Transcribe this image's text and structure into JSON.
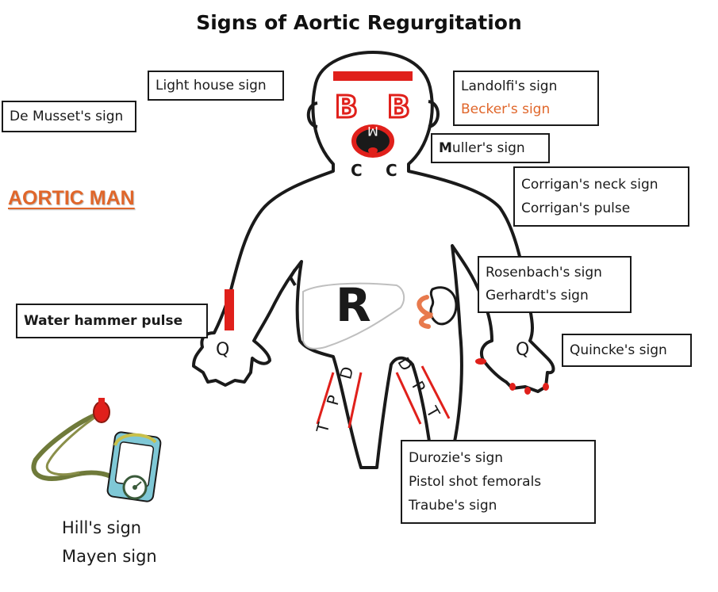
{
  "title": "Signs of Aortic Regurgitation",
  "aortic_man": "AORTIC MAN",
  "labels": {
    "light_house": "Light house sign",
    "de_musset": "De Musset's sign",
    "landolfi": "Landolfi's sign",
    "becker": "Becker's sign",
    "muller_bold": "M",
    "muller_rest": "uller's sign",
    "corrigan_neck": "Corrigan's neck sign",
    "corrigan_pulse": "Corrigan's pulse",
    "rosenbach": "Rosenbach's sign",
    "gerhardt": "Gerhardt's sign",
    "water_hammer": "Water hammer pulse",
    "quincke": "Quincke's sign",
    "durozie": "Durozie's sign",
    "pistol_shot": "Pistol shot femorals",
    "traube": "Traube's sign",
    "hill": "Hill's sign",
    "mayen": "Mayen sign"
  },
  "body_letters": {
    "b_left": "B",
    "b_right": "B",
    "mouth": "M",
    "carotid": "C",
    "liver": "R",
    "spleen": "S",
    "quincke_hand": "Q",
    "dpt_d": "D",
    "dpt_p": "P",
    "dpt_t": "T"
  },
  "colors": {
    "accent_red": "#e0201b",
    "orange": "#e0662a",
    "outline": "#1a1a1a"
  }
}
